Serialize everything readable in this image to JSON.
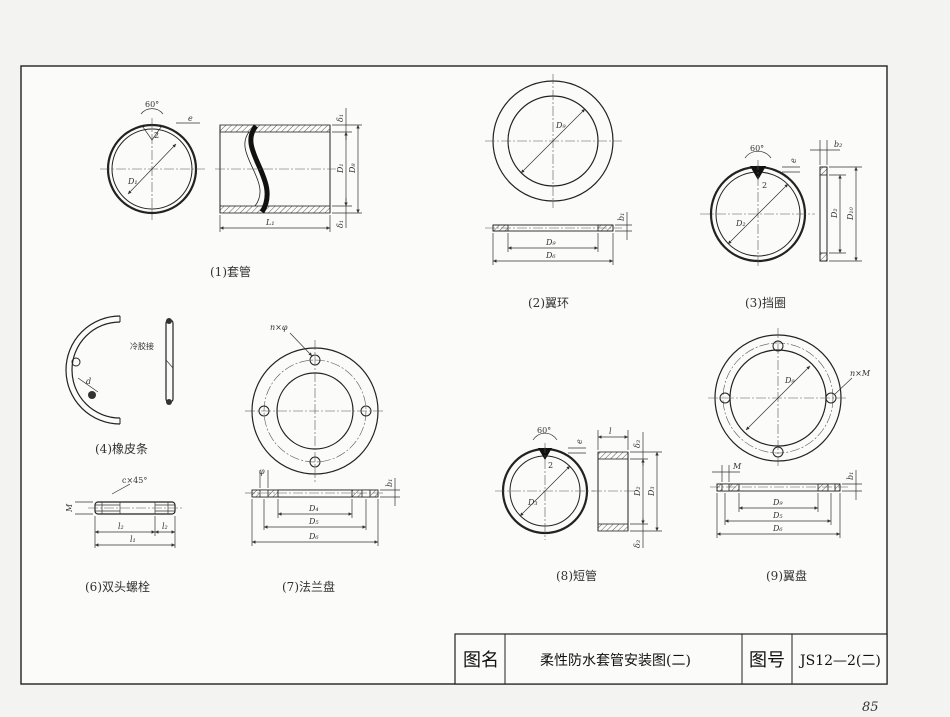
{
  "title_block": {
    "name_label": "图名",
    "name_value": "柔性防水套管安装图(二)",
    "number_label": "图号",
    "number_value": "JS12—2(二)"
  },
  "page_number": "85",
  "parts": [
    {
      "caption": "(1)套管",
      "dims": [
        "60°",
        "2",
        "e",
        "D₁",
        "L₁",
        "δ₁",
        "D₁",
        "D₈",
        "δ₁"
      ]
    },
    {
      "caption": "(2)翼环",
      "dims": [
        "D₉",
        "b₁",
        "D₉",
        "D₆"
      ]
    },
    {
      "caption": "(3)挡圈",
      "dims": [
        "60°",
        "2",
        "e",
        "D₂",
        "b₂",
        "D₂",
        "D₁₀"
      ]
    },
    {
      "caption": "(4)橡皮条",
      "dims": [
        "冷胶接",
        "d"
      ]
    },
    {
      "caption": "(6)双头螺栓",
      "dims": [
        "c×45°",
        "M",
        "l₂",
        "l₁",
        "l₂"
      ]
    },
    {
      "caption": "(7)法兰盘",
      "dims": [
        "n×φ",
        "φ",
        "b₁",
        "D₄",
        "D₅",
        "D₆"
      ]
    },
    {
      "caption": "(8)短管",
      "dims": [
        "60°",
        "2",
        "e",
        "D₃",
        "l",
        "δ₃",
        "D₂",
        "D₃",
        "δ₃"
      ]
    },
    {
      "caption": "(9)翼盘",
      "dims": [
        "D₉",
        "n×M",
        "M",
        "b₁",
        "D₉",
        "D₅",
        "D₆"
      ]
    }
  ]
}
